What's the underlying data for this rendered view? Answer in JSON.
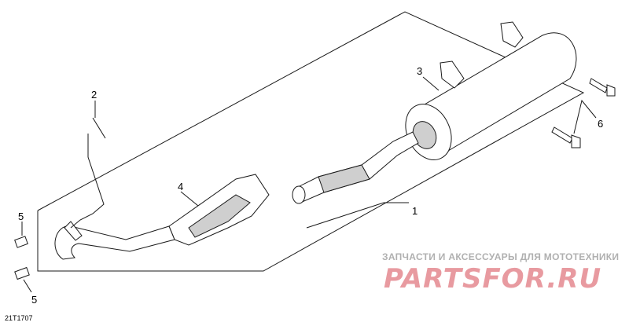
{
  "diagram_code": "21T1707",
  "callouts": {
    "c1": "1",
    "c2": "2",
    "c3": "3",
    "c4": "4",
    "c5a": "5",
    "c5b": "5",
    "c6": "6"
  },
  "watermark": {
    "line1": "ЗАПЧАСТИ И АКСЕССУАРЫ ДЛЯ МОТОТЕХНИКИ",
    "line2": "PARTSFOR.RU"
  }
}
